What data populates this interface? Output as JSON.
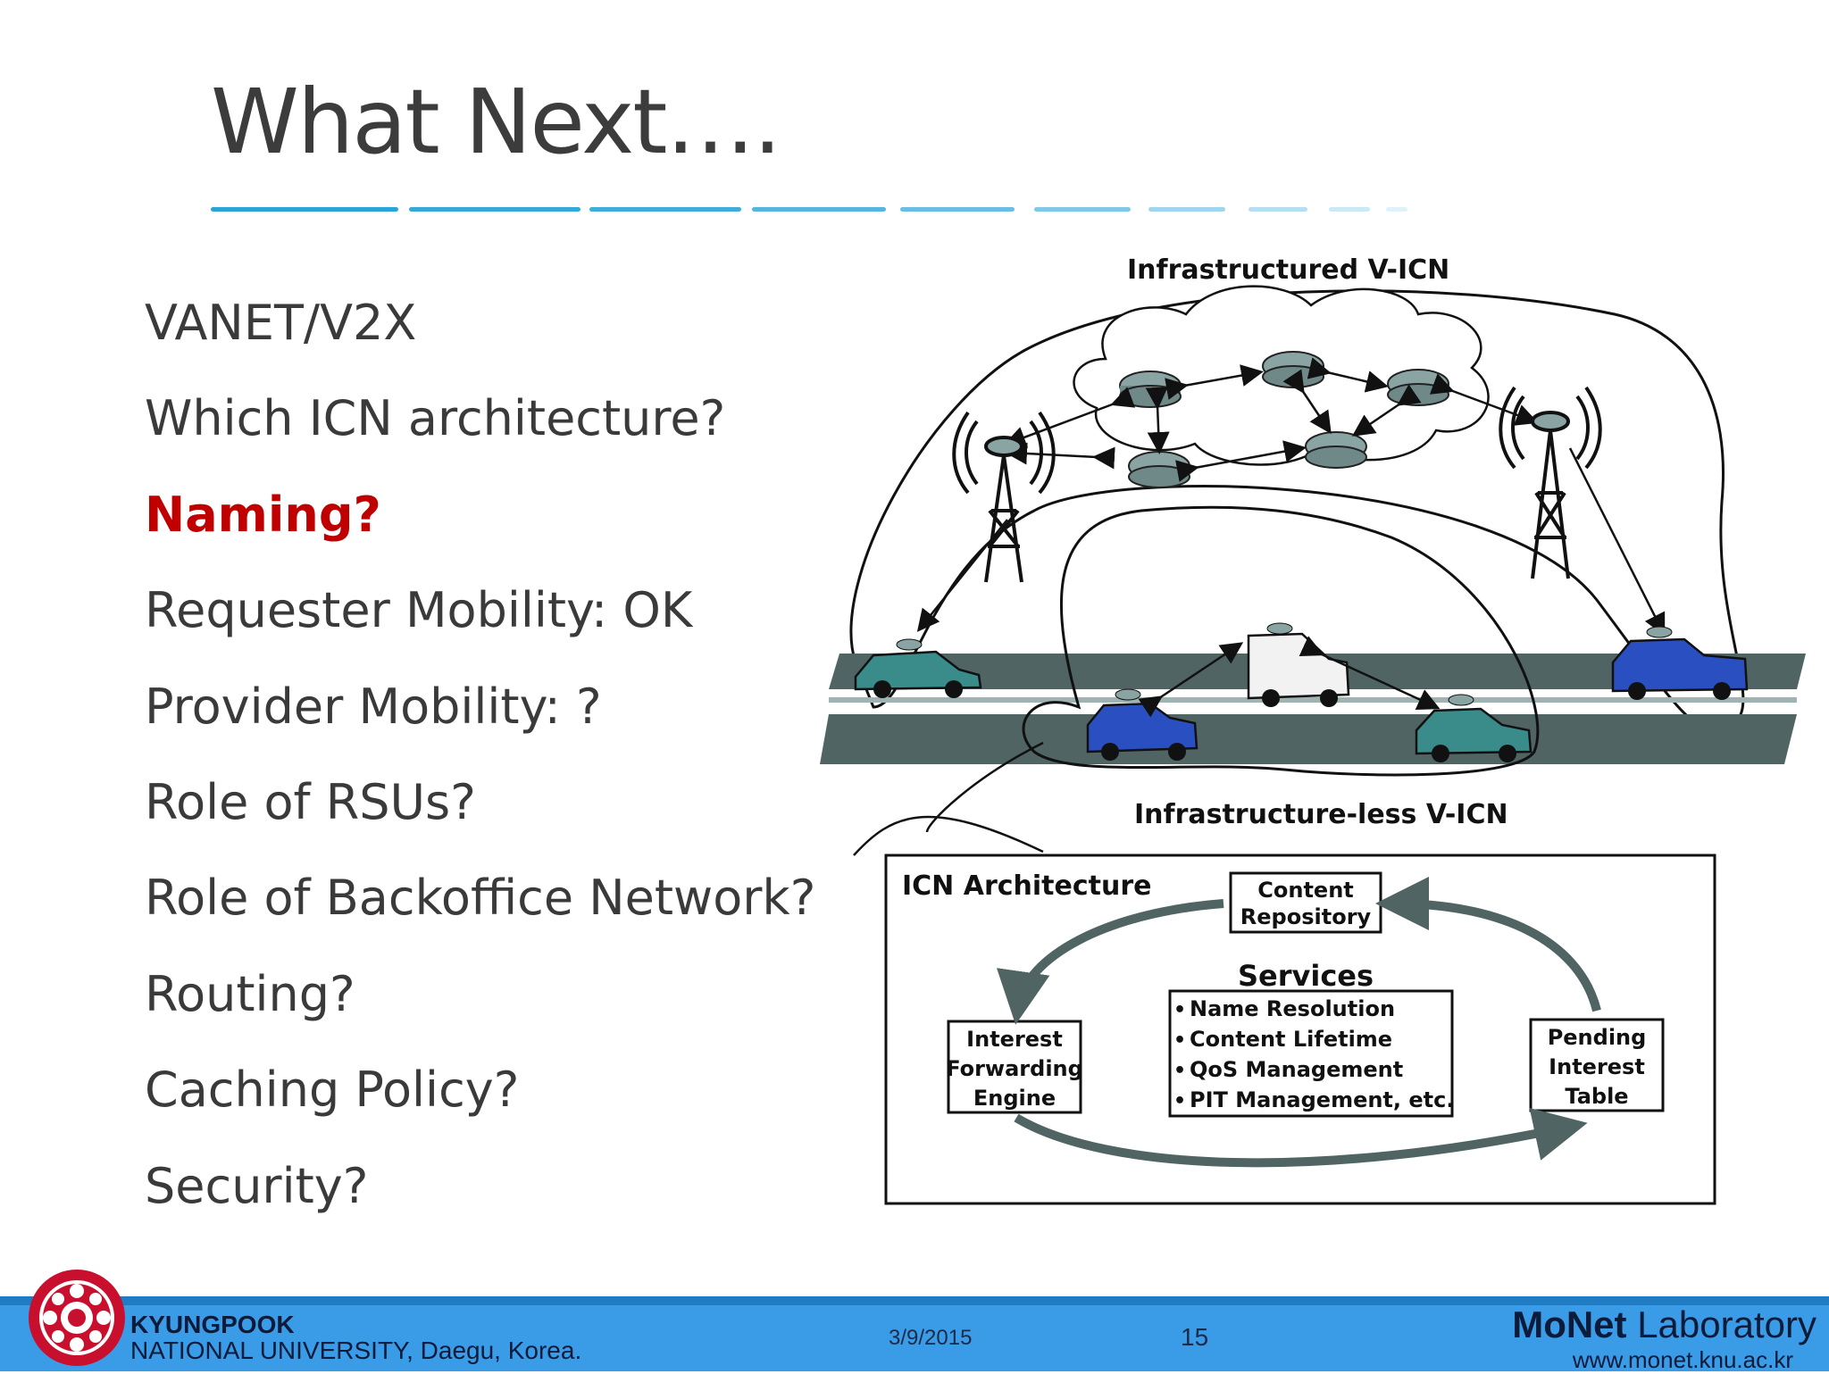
{
  "slide": {
    "title": "What Next…."
  },
  "bullets": [
    "VANET/V2X",
    "Which ICN architecture?",
    "Naming?",
    "Requester Mobility: OK",
    "Provider Mobility: ?",
    "Role of RSUs?",
    "Role of Backoffice Network?",
    "Routing?",
    "Caching Policy?",
    "Security?"
  ],
  "highlight_index": 2,
  "highlight_color": "#c00000",
  "diagram": {
    "top_label": "Infrastructured V-ICN",
    "middle_label": "Infrastructure-less V-ICN",
    "icn_title": "ICN Architecture",
    "content_repository": [
      "Content",
      "Repository"
    ],
    "services_title": "Services",
    "services": [
      "Name Resolution",
      "Content Lifetime",
      "QoS Management",
      "PIT Management, etc."
    ],
    "interest_engine": [
      "Interest",
      "Forwarding",
      "Engine"
    ],
    "pit": [
      "Pending",
      "Interest",
      "Table"
    ]
  },
  "footer": {
    "university_line1": "KYUNGPOOK",
    "university_line2": "NATIONAL UNIVERSITY, Daegu, Korea.",
    "date": "3/9/2015",
    "page_number": "15",
    "lab_bold": "MoNet",
    "lab_rest": " Laboratory",
    "url": "www.monet.knu.ac.kr",
    "accent_color": "#3a9be6"
  }
}
